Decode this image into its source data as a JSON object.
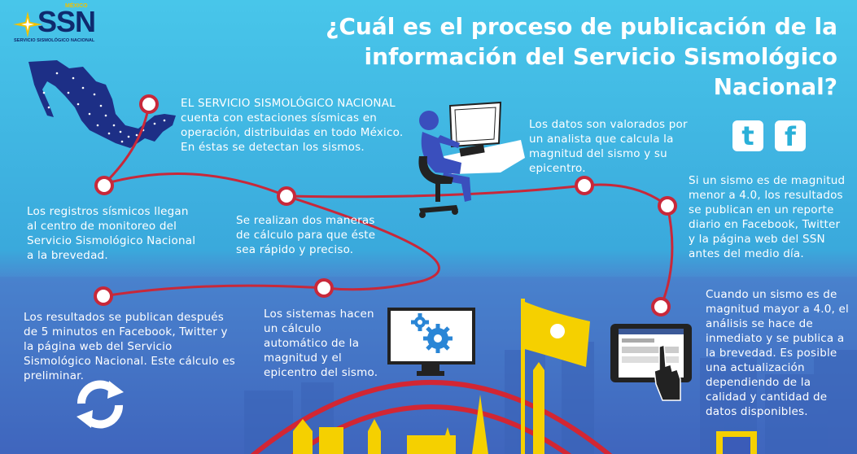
{
  "logo": {
    "country": "MÉXICO",
    "name": "SSN",
    "subtitle": "SERVICIO SISMOLÓGICO NACIONAL"
  },
  "title": "¿Cuál es el proceso de publicación de la información del Servicio Sismológico Nacional?",
  "steps": [
    {
      "text": "EL SERVICIO SISMOLÓGICO NACIONAL cuenta con estaciones sísmicas en operación, distribuidas en todo México. En éstas se detectan los sismos."
    },
    {
      "text": "Los registros sísmicos llegan al centro de monitoreo del Servicio Sismológico Nacional a la brevedad."
    },
    {
      "text": "Se realizan dos maneras de cálculo para que éste sea rápido y preciso."
    },
    {
      "text": "Los sistemas hacen un cálculo automático de la magnitud y el epicentro del sismo."
    },
    {
      "text": "Los resultados se publican después de 5 minutos en Facebook, Twitter y la página web del Servicio Sismológico Nacional. Este cálculo es preliminar."
    },
    {
      "text": "Los datos son valorados por un analista que calcula la magnitud del sismo y su epicentro."
    },
    {
      "text": "Si un sismo es de magnitud menor a 4.0, los resultados se publican en un reporte diario en Facebook, Twitter y la página web del SSN antes del medio día."
    },
    {
      "text": "Cuando un sismo es de magnitud mayor a 4.0, el análisis se hace de inmediato y se publica a la brevedad. Es posible una actualización dependiendo de la calidad y cantidad de datos disponibles."
    }
  ],
  "social": {
    "twitter_glyph": "t",
    "facebook_glyph": "f"
  },
  "icons": [
    "mexico-map-icon",
    "analyst-computer-icon",
    "twitter-icon",
    "facebook-icon",
    "monitor-gears-icon",
    "tablet-hand-icon",
    "refresh-icon",
    "city-skyline"
  ],
  "colors": {
    "sky_top": "#41c4ea",
    "sky_bottom": "#3e6fc3",
    "path": "#c8283a",
    "map": "#1d2f86",
    "accent": "#f5d000"
  }
}
